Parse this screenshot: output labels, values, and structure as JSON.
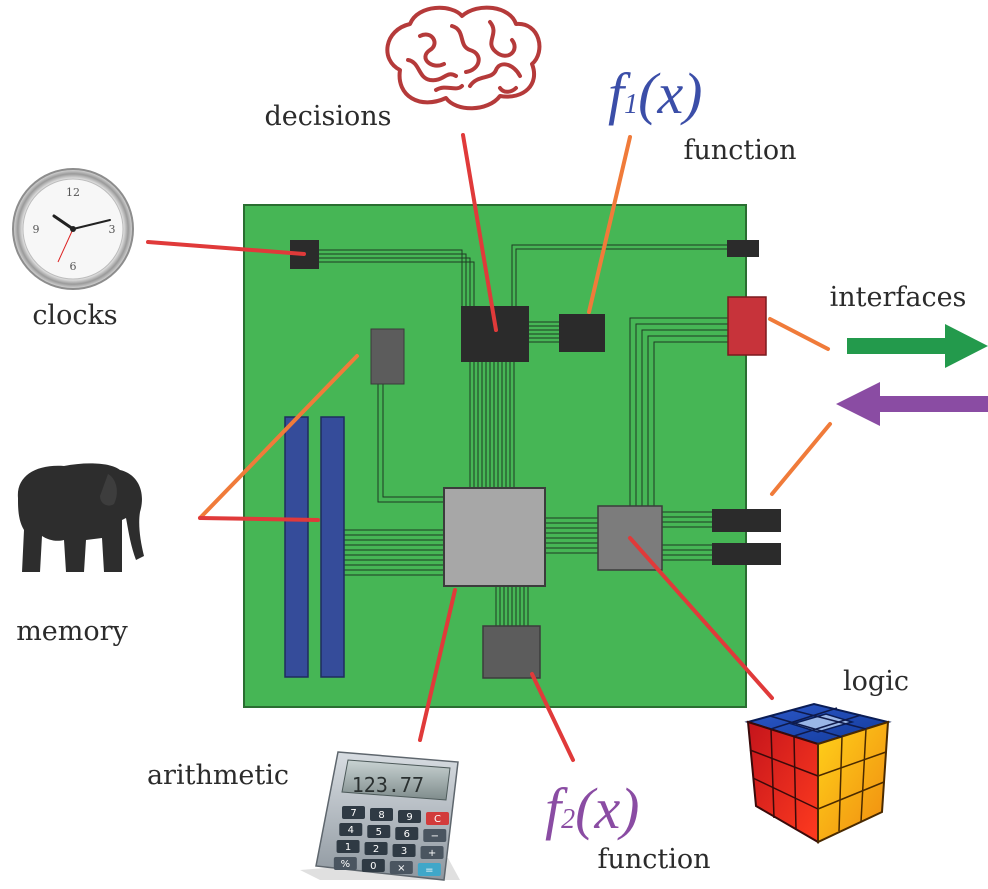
{
  "labels": {
    "decisions": "decisions",
    "clocks": "clocks",
    "memory": "memory",
    "arithmetic": "arithmetic",
    "function_top": "function",
    "function_bottom": "function",
    "interfaces": "interfaces",
    "logic": "logic"
  },
  "formulas": {
    "f1": {
      "f": "f",
      "sub": "1",
      "arg": "(x)"
    },
    "f2": {
      "f": "f",
      "sub": "2",
      "arg": "(x)"
    }
  },
  "calculator": {
    "display": "123.77",
    "keys": [
      "7",
      "8",
      "9",
      "C",
      "4",
      "5",
      "6",
      "−",
      "1",
      "2",
      "3",
      "+",
      "%",
      "0",
      "×",
      "="
    ]
  },
  "clock": {
    "numerals": [
      "12",
      "3",
      "6",
      "9"
    ]
  },
  "colors": {
    "board": "#46b655",
    "board_edge": "#2a6e31",
    "chip_dark": "#2b2b2b",
    "chip_gray": "#5c5c5c",
    "chip_light": "#a7a7a7",
    "memory_stick": "#354c9a",
    "interface_chip": "#c7333a",
    "pointer_red": "#e03a3a",
    "pointer_orange": "#f07b3a",
    "arrow_out": "#239a4c",
    "arrow_in": "#8a4ca3",
    "f1_color": "#3b4ea8",
    "f2_color": "#8a4ca3",
    "brain": "#b53a3a"
  }
}
